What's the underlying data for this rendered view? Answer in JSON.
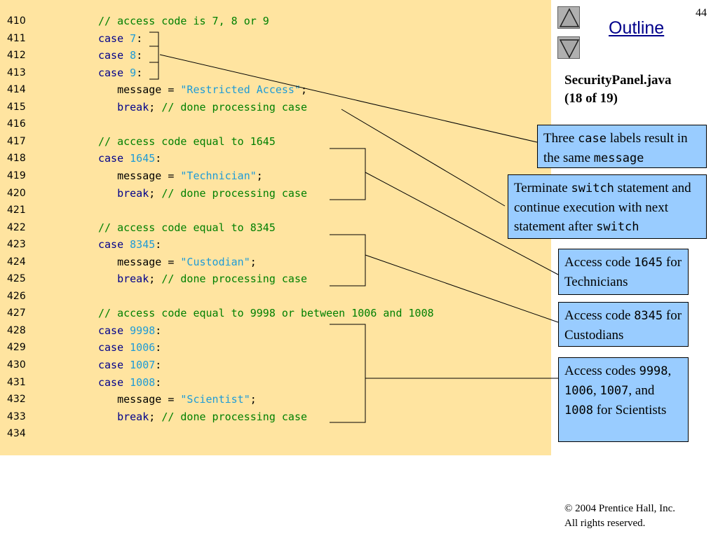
{
  "page_number": "44",
  "outline_label": "Outline",
  "file_title": {
    "line1": "SecurityPanel.java",
    "line2": "(18 of 19)"
  },
  "nav": {
    "up_icon": "triangle-up-icon",
    "down_icon": "triangle-down-icon"
  },
  "code_lines": [
    {
      "n": "410",
      "tokens": [
        {
          "c": "cm",
          "t": "// access code is 7, 8 or 9"
        }
      ]
    },
    {
      "n": "411",
      "tokens": [
        {
          "c": "kw",
          "t": "case "
        },
        {
          "c": "num",
          "t": "7"
        },
        {
          "c": "pl",
          "t": ":"
        }
      ]
    },
    {
      "n": "412",
      "tokens": [
        {
          "c": "kw",
          "t": "case "
        },
        {
          "c": "num",
          "t": "8"
        },
        {
          "c": "pl",
          "t": ":"
        }
      ]
    },
    {
      "n": "413",
      "tokens": [
        {
          "c": "kw",
          "t": "case "
        },
        {
          "c": "num",
          "t": "9"
        },
        {
          "c": "pl",
          "t": ":"
        }
      ]
    },
    {
      "n": "414",
      "tokens": [
        {
          "c": "pl",
          "t": "   message = "
        },
        {
          "c": "str",
          "t": "\"Restricted Access\""
        },
        {
          "c": "pl",
          "t": ";"
        }
      ]
    },
    {
      "n": "415",
      "tokens": [
        {
          "c": "kw",
          "t": "   break"
        },
        {
          "c": "pl",
          "t": "; "
        },
        {
          "c": "cm",
          "t": "// done processing case"
        }
      ]
    },
    {
      "n": "416",
      "tokens": []
    },
    {
      "n": "417",
      "tokens": [
        {
          "c": "cm",
          "t": "// access code equal to 1645"
        }
      ]
    },
    {
      "n": "418",
      "tokens": [
        {
          "c": "kw",
          "t": "case "
        },
        {
          "c": "num",
          "t": "1645"
        },
        {
          "c": "pl",
          "t": ":"
        }
      ]
    },
    {
      "n": "419",
      "tokens": [
        {
          "c": "pl",
          "t": "   message = "
        },
        {
          "c": "str",
          "t": "\"Technician\""
        },
        {
          "c": "pl",
          "t": ";"
        }
      ]
    },
    {
      "n": "420",
      "tokens": [
        {
          "c": "kw",
          "t": "   break"
        },
        {
          "c": "pl",
          "t": "; "
        },
        {
          "c": "cm",
          "t": "// done processing case"
        }
      ]
    },
    {
      "n": "421",
      "tokens": []
    },
    {
      "n": "422",
      "tokens": [
        {
          "c": "cm",
          "t": "// access code equal to 8345"
        }
      ]
    },
    {
      "n": "423",
      "tokens": [
        {
          "c": "kw",
          "t": "case "
        },
        {
          "c": "num",
          "t": "8345"
        },
        {
          "c": "pl",
          "t": ":"
        }
      ]
    },
    {
      "n": "424",
      "tokens": [
        {
          "c": "pl",
          "t": "   message = "
        },
        {
          "c": "str",
          "t": "\"Custodian\""
        },
        {
          "c": "pl",
          "t": ";"
        }
      ]
    },
    {
      "n": "425",
      "tokens": [
        {
          "c": "kw",
          "t": "   break"
        },
        {
          "c": "pl",
          "t": "; "
        },
        {
          "c": "cm",
          "t": "// done processing case"
        }
      ]
    },
    {
      "n": "426",
      "tokens": []
    },
    {
      "n": "427",
      "tokens": [
        {
          "c": "cm",
          "t": "// access code equal to 9998 or between 1006 and 1008"
        }
      ]
    },
    {
      "n": "428",
      "tokens": [
        {
          "c": "kw",
          "t": "case "
        },
        {
          "c": "num",
          "t": "9998"
        },
        {
          "c": "pl",
          "t": ":"
        }
      ]
    },
    {
      "n": "429",
      "tokens": [
        {
          "c": "kw",
          "t": "case "
        },
        {
          "c": "num",
          "t": "1006"
        },
        {
          "c": "pl",
          "t": ":"
        }
      ]
    },
    {
      "n": "430",
      "tokens": [
        {
          "c": "kw",
          "t": "case "
        },
        {
          "c": "num",
          "t": "1007"
        },
        {
          "c": "pl",
          "t": ":"
        }
      ]
    },
    {
      "n": "431",
      "tokens": [
        {
          "c": "kw",
          "t": "case "
        },
        {
          "c": "num",
          "t": "1008"
        },
        {
          "c": "pl",
          "t": ":"
        }
      ]
    },
    {
      "n": "432",
      "tokens": [
        {
          "c": "pl",
          "t": "   message = "
        },
        {
          "c": "str",
          "t": "\"Scientist\""
        },
        {
          "c": "pl",
          "t": ";"
        }
      ]
    },
    {
      "n": "433",
      "tokens": [
        {
          "c": "kw",
          "t": "   break"
        },
        {
          "c": "pl",
          "t": "; "
        },
        {
          "c": "cm",
          "t": "// done processing case"
        }
      ]
    },
    {
      "n": "434",
      "tokens": []
    }
  ],
  "callouts": {
    "three_case": {
      "a": "Three ",
      "code1": "case",
      "b": " labels result in the same ",
      "code2": "message"
    },
    "terminate": {
      "a": "Terminate ",
      "code1": "switch",
      "b": " statement and continue execution with next statement after ",
      "code2": "switch"
    },
    "technicians": {
      "a": "Access code ",
      "code1": "1645",
      "b": " for Technicians"
    },
    "custodians": {
      "a": "Access code ",
      "code1": "8345",
      "b": " for Custodians"
    },
    "scientists": {
      "a": "Access codes ",
      "c1": "9998",
      "s1": ", ",
      "c2": "1006",
      "s2": ", ",
      "c3": "1007",
      "s3": ", and ",
      "c4": "1008",
      "b": " for Scientists"
    }
  },
  "copyright": {
    "line1": "© 2004 Prentice Hall, Inc.",
    "line2": "All rights reserved."
  },
  "colors": {
    "code_bg": "#ffe4a0",
    "callout_bg": "#99ccff",
    "keyword": "#00008b",
    "literal": "#1e9bd7",
    "comment": "#008000"
  }
}
